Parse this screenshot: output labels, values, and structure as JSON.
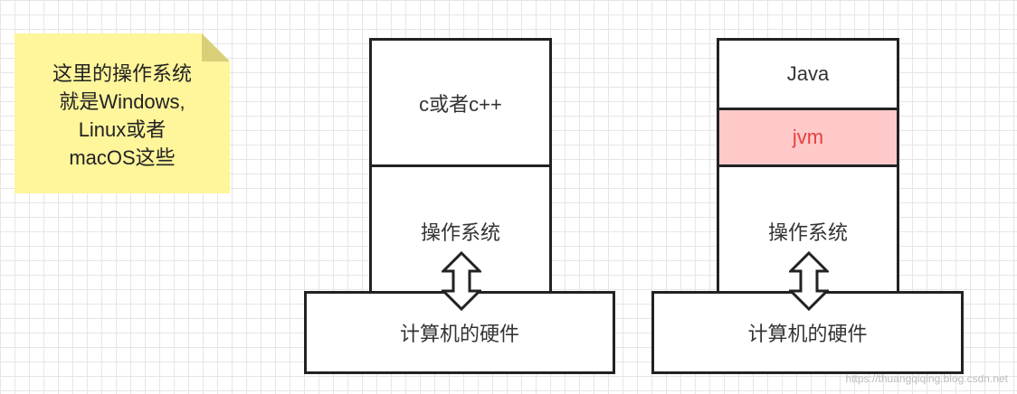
{
  "note": {
    "text": "这里的操作系统\n就是Windows,\nLinux或者\nmacOS这些"
  },
  "left_stack": {
    "top_label": "c或者c++",
    "os_label": "操作系统",
    "hardware_label": "计算机的硬件"
  },
  "right_stack": {
    "top_label": "Java",
    "jvm_label": "jvm",
    "os_label": "操作系统",
    "hardware_label": "计算机的硬件"
  },
  "colors": {
    "note_fill": "#fff59b",
    "jvm_fill": "#ffc9c9",
    "jvm_text": "#e64040",
    "stroke": "#222222"
  },
  "watermark": "https://thuangqiqing.blog.csdn.net"
}
